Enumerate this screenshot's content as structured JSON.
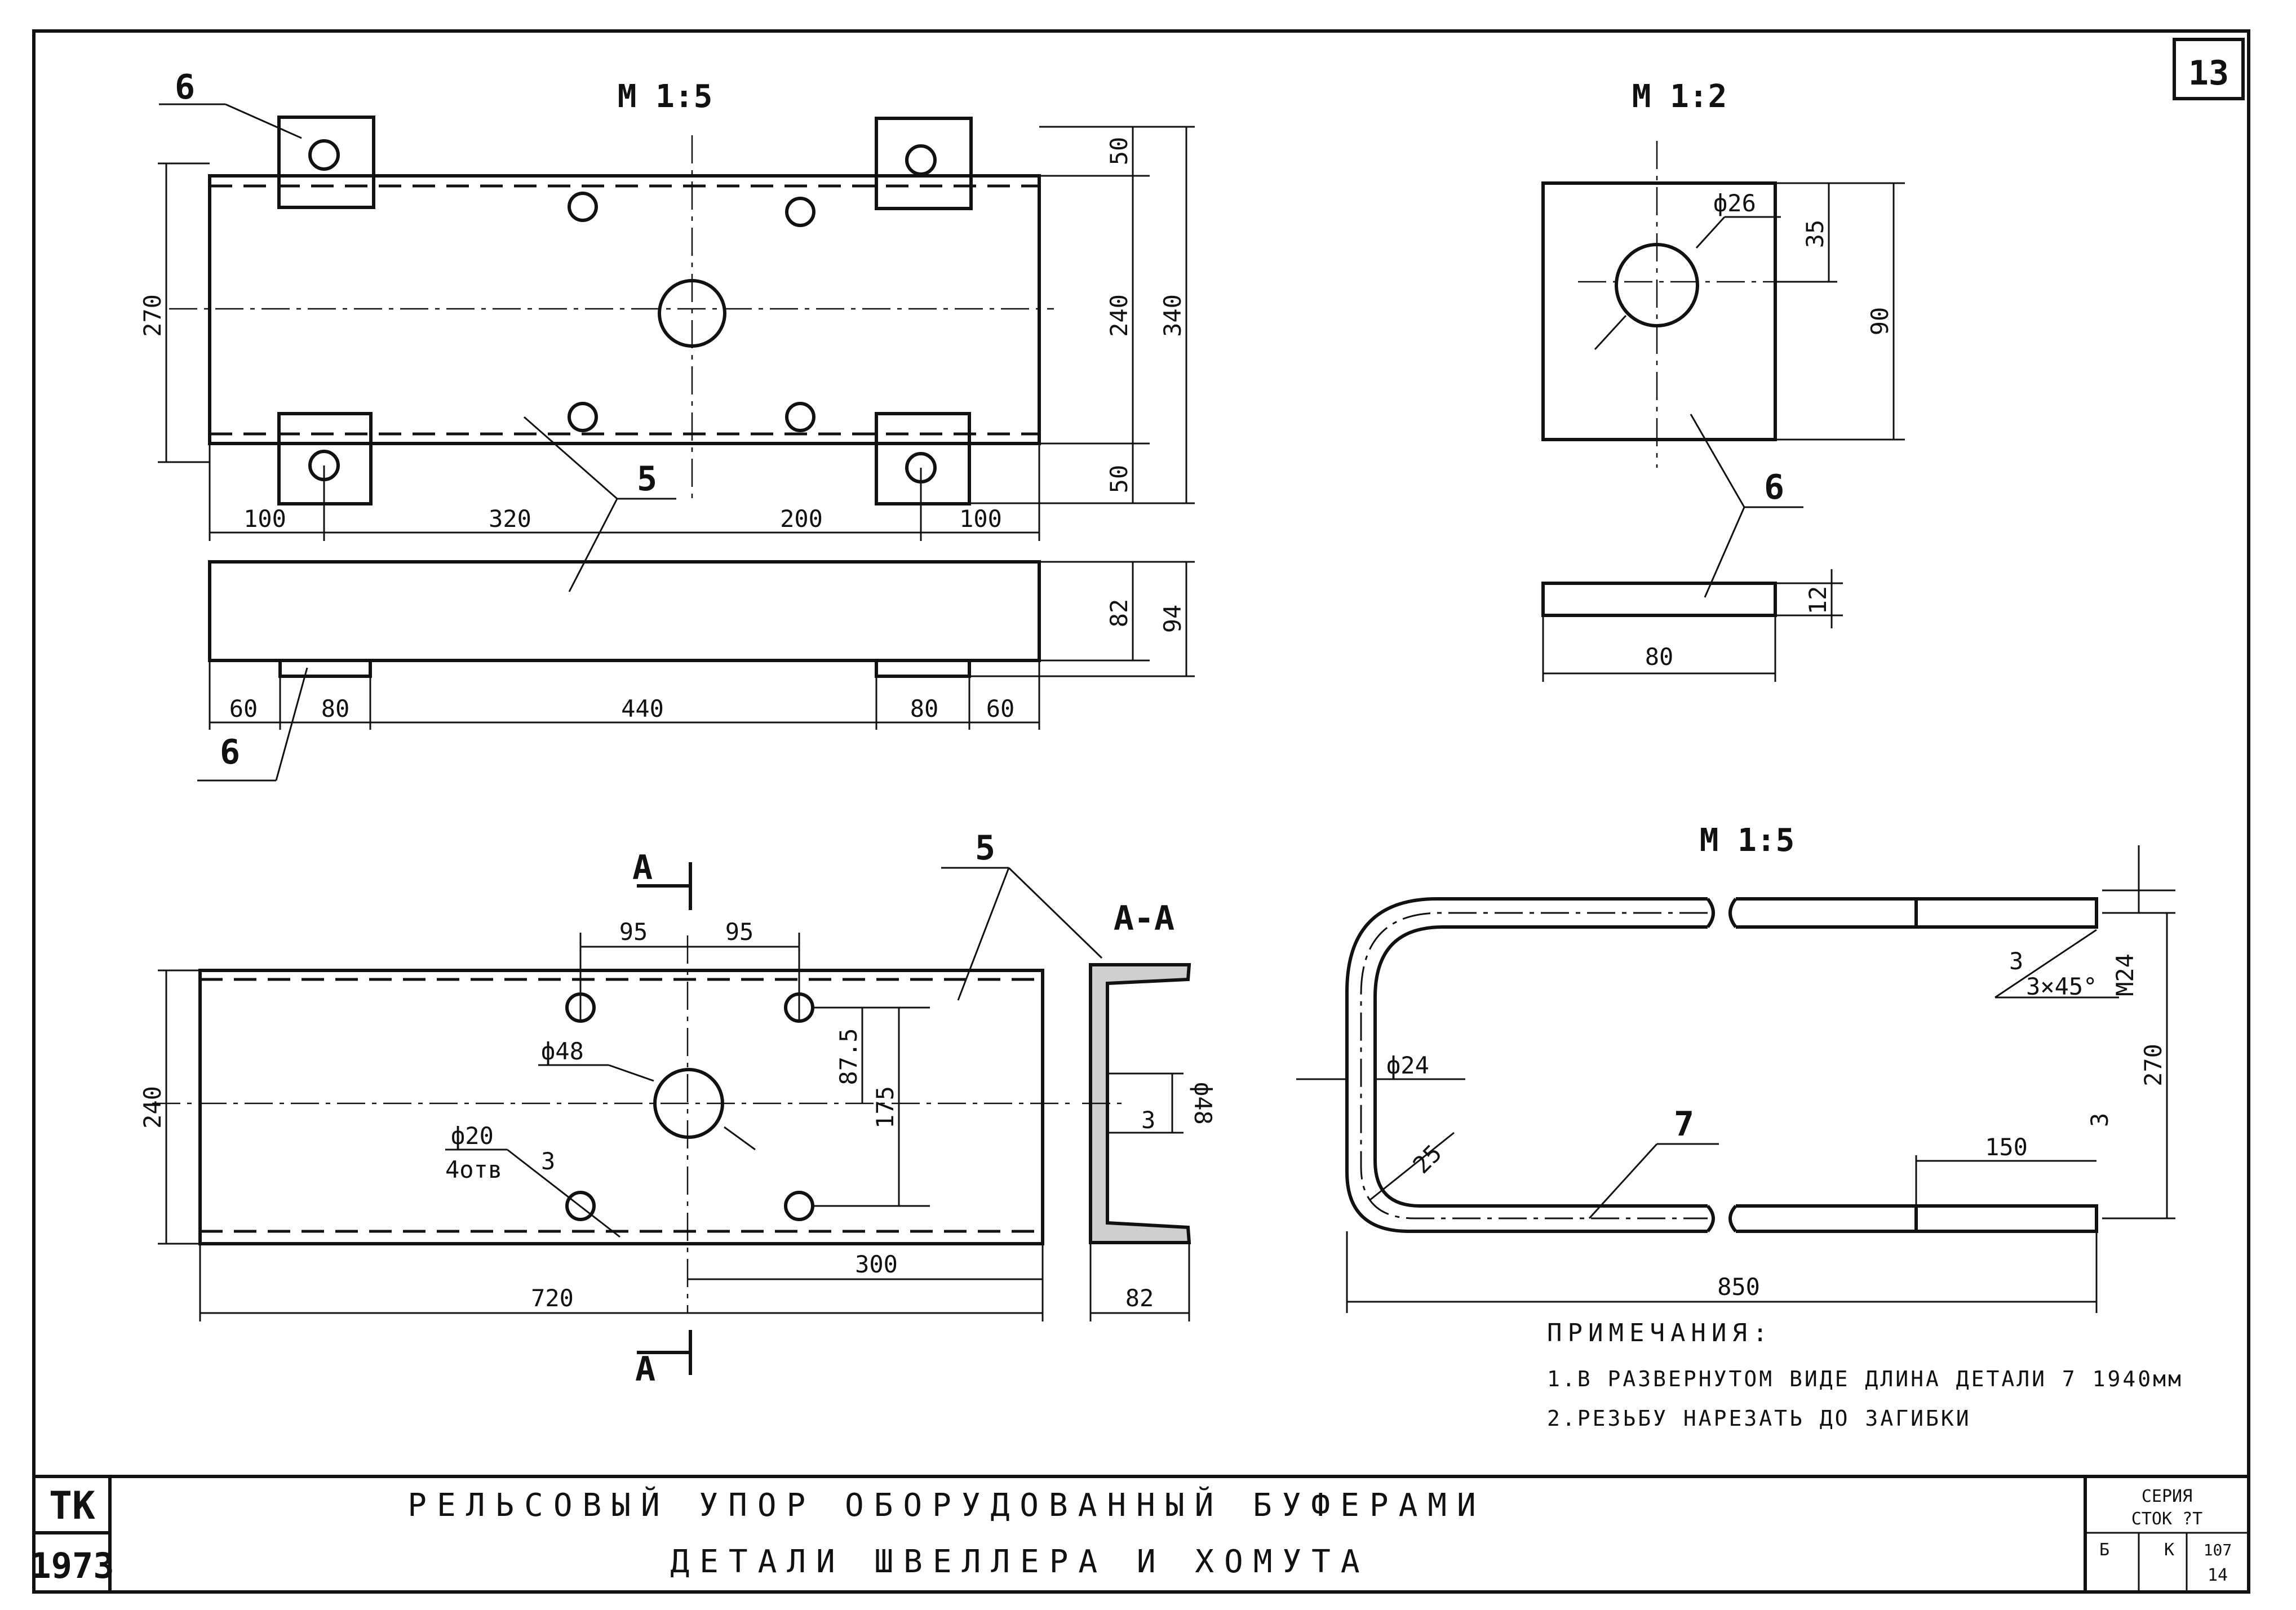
{
  "sheet_number": "13",
  "scales": {
    "top_left": "М 1:5",
    "top_right": "М 1:2",
    "bottom_right": "М 1:5"
  },
  "part_labels": {
    "plate": "6",
    "channel": "5",
    "clamp": "7"
  },
  "section": {
    "marker": "А",
    "title": "А-А"
  },
  "dims_top_left": {
    "h270": "270",
    "h240": "240",
    "h340": "340",
    "h50a": "50",
    "h50b": "50",
    "w100a": "100",
    "w320": "320",
    "w200": "200",
    "w100b": "100",
    "h82": "82",
    "h94": "94",
    "w60a": "60",
    "w80a": "80",
    "w440": "440",
    "w80b": "80",
    "w60b": "60"
  },
  "dims_plate": {
    "d26": "ф26",
    "h35": "35",
    "h90": "90",
    "w80": "80",
    "t12": "12"
  },
  "dims_channel": {
    "w95a": "95",
    "w95b": "95",
    "h240": "240",
    "h87": "87.5",
    "h175": "175",
    "d48": "ф48",
    "d20": "ф20",
    "holes": "4отв",
    "weld_a": "3",
    "w300": "300",
    "w720": "720",
    "sec_d48": "ф48",
    "sec_weld": "3",
    "sec_w82": "82"
  },
  "dims_clamp": {
    "d24": "ф24",
    "r25": "25",
    "chamfer": "3×45°",
    "weld": "3",
    "m24": "М24",
    "h270": "270",
    "w150": "150",
    "w850": "850",
    "weld_b": "3"
  },
  "notes": {
    "heading": "ПРИМЕЧАНИЯ:",
    "items": [
      "1.В РАЗВЕРНУТОМ ВИДЕ ДЛИНА ДЕТАЛИ 7   1940мм",
      "2.РЕЗЬБУ НАРЕЗАТЬ ДО ЗАГИБКИ"
    ]
  },
  "title_block": {
    "org": "ТК",
    "year": "1973",
    "line1": "РЕЛЬСОВЫЙ УПОР ОБОРУДОВАННЫЙ БУФЕРАМИ",
    "line2": "ДЕТАЛИ ШВЕЛЛЕРА И ХОМУТА",
    "series": "СЕРИЯ",
    "series_code": "СТОК ?Т",
    "cell_a": "Б",
    "cell_b": "К",
    "cell_c": "107",
    "sheet": "14"
  }
}
